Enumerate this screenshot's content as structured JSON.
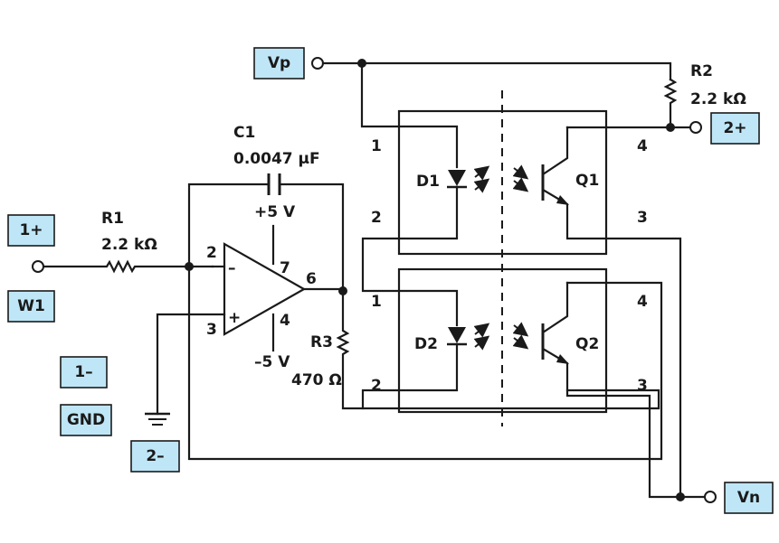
{
  "ports": {
    "in_pos": "1+",
    "in_wiper": "W1",
    "in_neg": "1–",
    "gnd": "GND",
    "out_neg": "2–",
    "vp": "Vp",
    "vn": "Vn",
    "out_pos": "2+"
  },
  "components": {
    "r1": {
      "ref": "R1",
      "value": "2.2 kΩ"
    },
    "r2": {
      "ref": "R2",
      "value": "2.2 kΩ"
    },
    "r3": {
      "ref": "R3",
      "value": "470 Ω"
    },
    "c1": {
      "ref": "C1",
      "value": "0.0047 µF"
    },
    "d1": "D1",
    "d2": "D2",
    "q1": "Q1",
    "q2": "Q2"
  },
  "opamp": {
    "vpos": "+5 V",
    "vneg": "–5 V",
    "pin_inv": "2",
    "pin_noninv": "3",
    "pin_out": "6",
    "pin_vpos": "7",
    "pin_vneg": "4",
    "sign_minus": "–",
    "sign_plus": "+"
  },
  "optocoupler_pins": {
    "top": {
      "anode": "1",
      "cathode": "2",
      "collector": "4",
      "emitter": "3"
    },
    "bottom": {
      "anode": "1",
      "cathode": "2",
      "collector": "4",
      "emitter": "3"
    }
  },
  "colors": {
    "port_box": "#bfe6f7",
    "line": "#1a1a1a",
    "background": "#ffffff"
  }
}
